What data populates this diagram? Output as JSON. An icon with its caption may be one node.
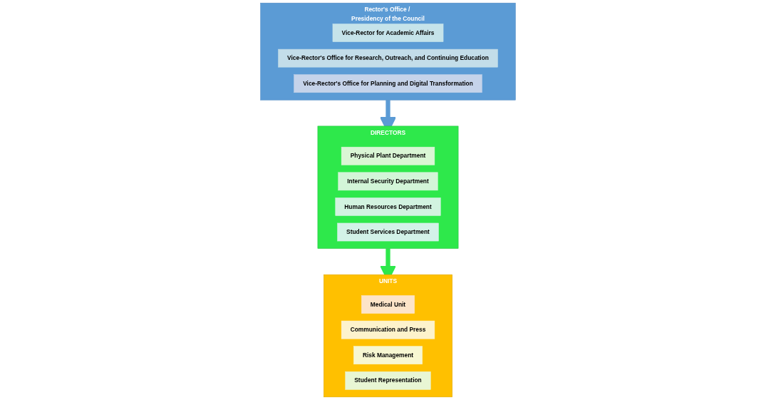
{
  "diagram": {
    "nodes": [
      {
        "text": [
          "Rector's Office / Presidency of the Council"
        ]
      },
      {
        "text": [
          "Vice-Rector for Academic Affairs"
        ],
        "in": 0
      },
      {
        "text": [
          "Vice-Rector's Office for Research, Outreach, and Continuing Education"
        ],
        "in": 0
      },
      {
        "text": [
          "Vice-Rector's Office for Planning and Digital Transformation"
        ],
        "in": 0
      },
      {
        "text": [
          "DIRECTORS"
        ]
      },
      {
        "text": [
          "Physical Plant Department"
        ],
        "in": 4
      },
      {
        "text": [
          "Internal Security Department"
        ],
        "in": 4
      },
      {
        "text": [
          "Human Resources Department"
        ],
        "in": 4
      },
      {
        "text": [
          "Student Services Department"
        ],
        "in": 4
      },
      {
        "text": [
          "UNITS"
        ]
      },
      {
        "text": [
          "Medical Unit"
        ],
        "in": 9
      },
      {
        "text": [
          "Communication and Press"
        ],
        "in": 9
      },
      {
        "text": [
          "Risk Management"
        ],
        "in": 9
      },
      {
        "text": [
          "Student Representation"
        ],
        "in": 9
      }
    ],
    "edges": [
      {
        "from": 0,
        "to": 4,
        "arrow": "to",
        "color": "#5b9bd5"
      },
      {
        "from": 4,
        "to": 9,
        "arrow": "to",
        "color": "#2ee84b"
      }
    ]
  }
}
